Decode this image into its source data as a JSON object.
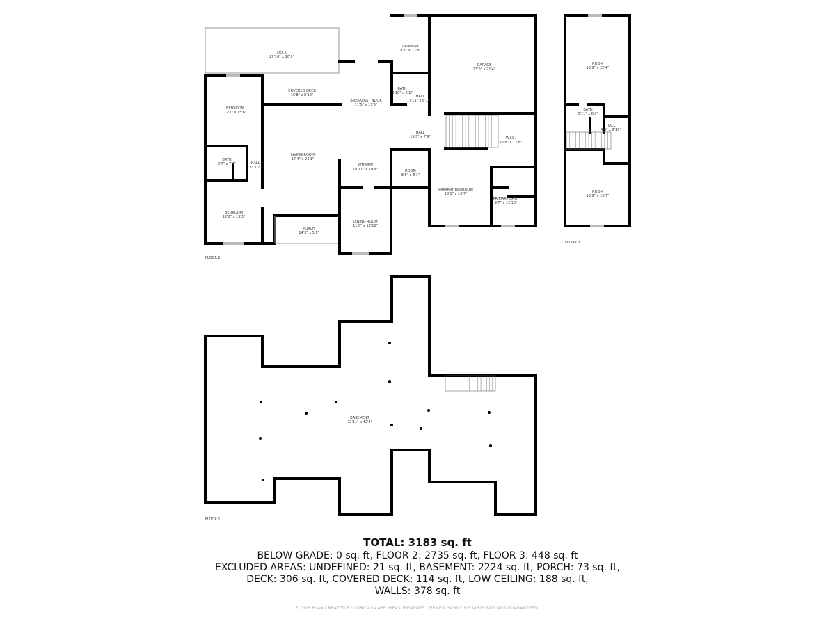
{
  "rooms": [
    {
      "name": "DECK",
      "dims": "29'10\" x 10'9\""
    },
    {
      "name": "COVERED DECK",
      "dims": "16'8\" x 8'10\""
    },
    {
      "name": "BEDROOM",
      "dims": "12'1\" x 15'6\""
    },
    {
      "name": "BATH",
      "dims": "8'7\" x 7'4\""
    },
    {
      "name": "HALL",
      "dims": "3'3\" x 7'4\""
    },
    {
      "name": "LIVING ROOM",
      "dims": "17'4\" x 24'1\""
    },
    {
      "name": "BEDROOM",
      "dims": "12'2\" x 13'3\""
    },
    {
      "name": "PORCH",
      "dims": "14'3\" x 5'1\""
    },
    {
      "name": "BREAKFAST NOOK",
      "dims": "11'5\" x 17'5\""
    },
    {
      "name": "LAUNDRY",
      "dims": "8'1\" x 12'8\""
    },
    {
      "name": "BATH",
      "dims": "3'10\" x 6'1\""
    },
    {
      "name": "HALL",
      "dims": "7'11\" x 8'10\""
    },
    {
      "name": "GARAGE",
      "dims": "23'0\" x 21'4\""
    },
    {
      "name": "HALL",
      "dims": "19'3\" x 7'9\""
    },
    {
      "name": "KITCHEN",
      "dims": "10'11\" x 10'9\""
    },
    {
      "name": "ROOM",
      "dims": "8'5\" x 8'1\""
    },
    {
      "name": "DINING ROOM",
      "dims": "11'0\" x 13'10\""
    },
    {
      "name": "W.I.C.",
      "dims": "12'6\" x 11'6\""
    },
    {
      "name": "PRIMARY BEDROOM",
      "dims": "13'1\" x 16'7\""
    },
    {
      "name": "PRIMARY BATH",
      "dims": "9'7\" x 12'10\""
    },
    {
      "name": "ROOM",
      "dims": "13'9\" x 22'4\""
    },
    {
      "name": "BATH",
      "dims": "5'11\" x 6'0\""
    },
    {
      "name": "HALL",
      "dims": "4'8\" x 9'10\""
    },
    {
      "name": "ROOM",
      "dims": "13'9\" x 16'7\""
    },
    {
      "name": "BASEMENT",
      "dims": "72'11\" x 42'2\""
    }
  ],
  "floors": {
    "floor2": "FLOOR 2",
    "floor3": "FLOOR 3",
    "floor1": "FLOOR 1"
  },
  "summary": {
    "total": "TOTAL: 3183 sq. ft",
    "line1": "BELOW GRADE: 0 sq. ft, FLOOR 2: 2735 sq. ft, FLOOR 3: 448 sq. ft",
    "line2": "EXCLUDED AREAS: UNDEFINED: 21 sq. ft, BASEMENT: 2224 sq. ft, PORCH: 73 sq. ft,",
    "line3": "DECK: 306 sq. ft, COVERED DECK: 114 sq. ft, LOW CEILING: 188 sq. ft,",
    "line4": "WALLS: 378 sq. ft"
  },
  "footer": "FLOOR PLAN CREATED BY CUBICASA APP. MEASUREMENTS DEEMED HIGHLY RELIABLE BUT NOT GUARANTEED."
}
